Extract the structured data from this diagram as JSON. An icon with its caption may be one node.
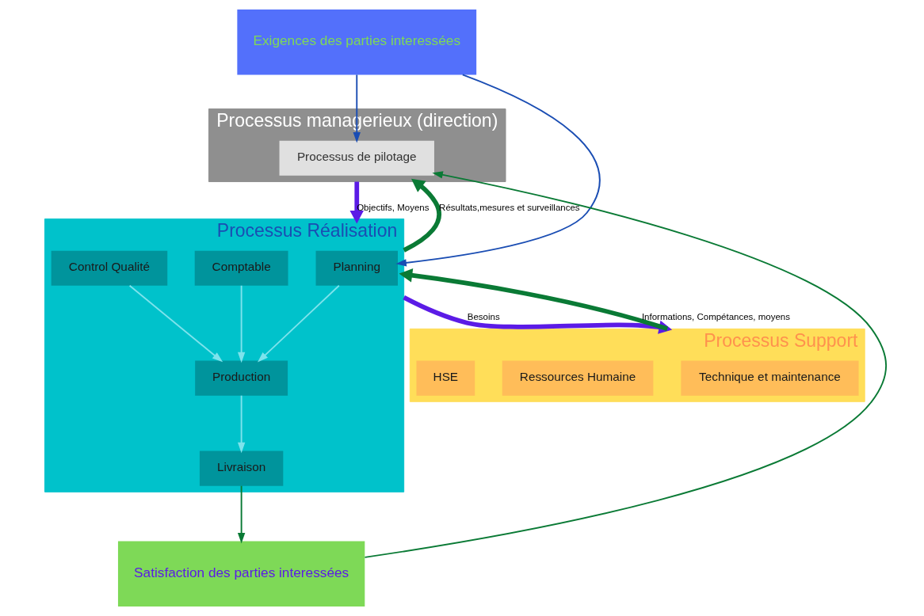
{
  "diagram": {
    "nodes": [
      {
        "text": [
          "Exigences des parties interessées"
        ]
      },
      {
        "text": [
          "Processus managerieux (direction)"
        ]
      },
      {
        "text": [
          "Processus de pilotage"
        ],
        "in": 1
      },
      {
        "text": [
          "Satisfaction des parties interessées"
        ]
      },
      {
        "text": [
          "Processus Réalisation"
        ]
      },
      {
        "text": [
          "Planning"
        ],
        "in": 4
      },
      {
        "text": [
          "Production"
        ],
        "in": 4
      },
      {
        "text": [
          "Comptable"
        ],
        "in": 4
      },
      {
        "text": [
          "Control Qualité"
        ],
        "in": 4
      },
      {
        "text": [
          "Livraison"
        ],
        "in": 4
      },
      {
        "text": [
          "Processus Support"
        ]
      },
      {
        "text": [
          "Technique et maintenance"
        ],
        "in": 10
      },
      {
        "text": [
          "Ressources Humaine"
        ],
        "in": 10
      },
      {
        "text": [
          "HSE"
        ],
        "in": 10
      }
    ],
    "edges": [
      {
        "from": 0,
        "to": 2,
        "arrow": "to",
        "color": "#1a4db3"
      },
      {
        "from": 3,
        "to": 2,
        "arrow": "to",
        "color": "#0a7a35"
      },
      {
        "from": 1,
        "to": 4,
        "arrow": "to",
        "label": "Objectifs, Moyens",
        "style": "thick",
        "color": "#5b1be6"
      },
      {
        "from": 4,
        "to": 1,
        "arrow": "to",
        "label": "Résultats,mesures et surveillances",
        "style": "thick",
        "color": "#0a7a35"
      },
      {
        "from": 0,
        "to": 5,
        "arrow": "to",
        "color": "#1a4db3"
      },
      {
        "from": 5,
        "to": 6,
        "arrow": "to",
        "color": "#7de3ec"
      },
      {
        "from": 7,
        "to": 6,
        "arrow": "to",
        "color": "#7de3ec"
      },
      {
        "from": 8,
        "to": 6,
        "arrow": "to",
        "color": "#7de3ec"
      },
      {
        "from": 6,
        "to": 9,
        "arrow": "to",
        "color": "#7de3ec"
      },
      {
        "from": 9,
        "to": 3,
        "arrow": "to",
        "color": "#0a7a35"
      },
      {
        "from": 4,
        "to": 10,
        "arrow": "to",
        "label": "Besoins",
        "style": "thick",
        "color": "#5b1be6"
      },
      {
        "from": 10,
        "to": 4,
        "arrow": "to",
        "label": "Informations, Compétances, moyens",
        "style": "thick",
        "color": "#0a7a35"
      }
    ]
  }
}
